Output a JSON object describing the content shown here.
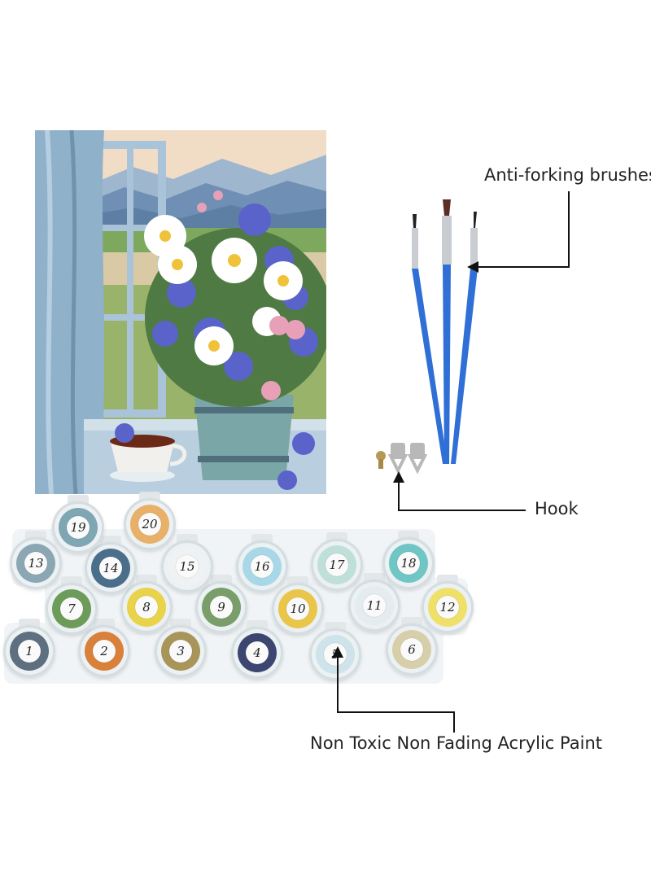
{
  "labels": {
    "brushes": "Anti-forking brushes",
    "hook": "Hook",
    "paint": "Non Toxic Non Fading Acrylic Paint"
  },
  "pots": [
    {
      "n": "1",
      "color": "#5e6f80"
    },
    {
      "n": "2",
      "color": "#d9803a"
    },
    {
      "n": "3",
      "color": "#a8955a"
    },
    {
      "n": "4",
      "color": "#3d4670"
    },
    {
      "n": "5",
      "color": "#cfe3ea"
    },
    {
      "n": "6",
      "color": "#d7cfa9"
    },
    {
      "n": "7",
      "color": "#6c9b5a"
    },
    {
      "n": "8",
      "color": "#e8d34a"
    },
    {
      "n": "9",
      "color": "#7a9e6a"
    },
    {
      "n": "10",
      "color": "#e9c64a"
    },
    {
      "n": "11",
      "color": "#e4ecef"
    },
    {
      "n": "12",
      "color": "#efe06a"
    },
    {
      "n": "13",
      "color": "#8ba7b3"
    },
    {
      "n": "14",
      "color": "#4b6f8a"
    },
    {
      "n": "15",
      "color": "#eef2f3"
    },
    {
      "n": "16",
      "color": "#a8d8e8"
    },
    {
      "n": "17",
      "color": "#bfe0d8"
    },
    {
      "n": "18",
      "color": "#6fc6c4"
    },
    {
      "n": "19",
      "color": "#7ea6b3"
    },
    {
      "n": "20",
      "color": "#e8b068"
    }
  ],
  "colors": {
    "brush_handle": "#2f6fd6",
    "line": "#111111"
  }
}
